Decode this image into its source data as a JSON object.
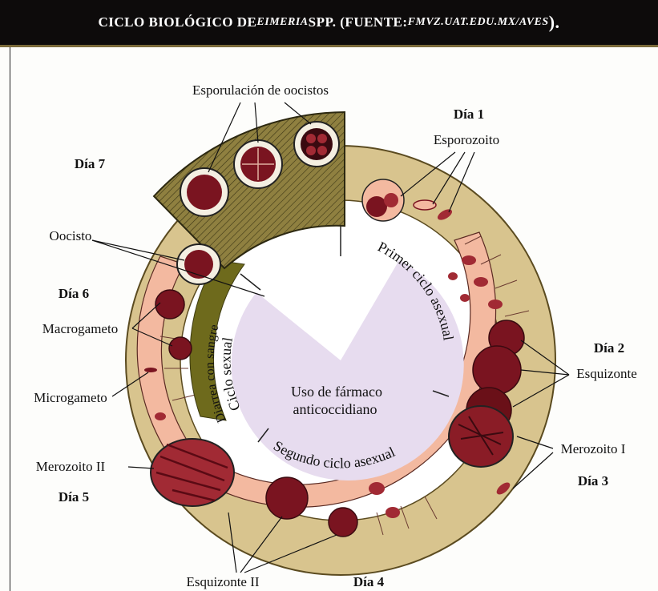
{
  "title": {
    "part1": "Ciclo biológico de ",
    "part2": "Eimeria",
    "part3": " spp. (Fuente: ",
    "part4": "fmvz.uat.edu.mx/aves",
    "part5": ")."
  },
  "labels": {
    "esporulacion": "Esporulación de oocistos",
    "dia1": "Día 1",
    "esporozoito": "Esporozoito",
    "dia7": "Día 7",
    "oocisto": "Oocisto",
    "dia6": "Día 6",
    "macrogameto": "Macrogameto",
    "microgameto": "Microgameto",
    "dia2": "Día 2",
    "esquizonte": "Esquizonte",
    "merozoito1": "Merozoito I",
    "dia3": "Día 3",
    "merozoito2": "Merozoito II",
    "dia5": "Día 5",
    "esquizonte2": "Esquizonte II",
    "dia4": "Día 4",
    "primer_ciclo": "Primer ciclo asexual",
    "segundo_ciclo": "Segundo ciclo asexual",
    "ciclo_sexual": "Ciclo sexual",
    "diarrea": "Diarrea con sangre",
    "center_line1": "Uso de fármaco",
    "center_line2": "anticoccidiano"
  },
  "colors": {
    "ring": "#d8c48e",
    "tissue": "#f3b9a0",
    "cell_dark": "#7a1420",
    "cell_mid": "#a12a34",
    "olive": "#6e6a1c",
    "pink_center": "#e7dcef",
    "sporulation": "#8f8040"
  }
}
